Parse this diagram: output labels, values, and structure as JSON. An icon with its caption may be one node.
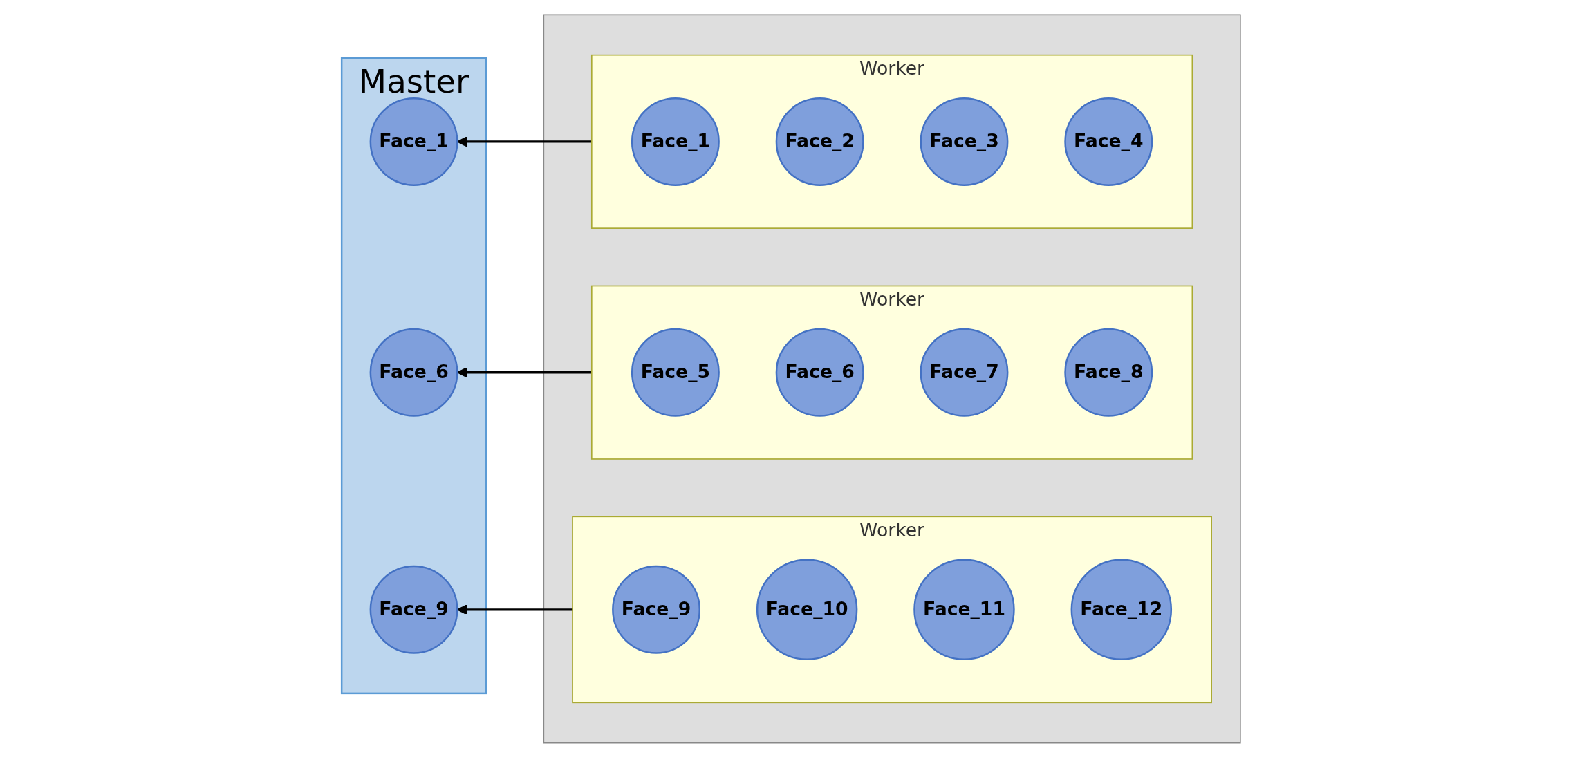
{
  "diagram": {
    "nodes": [
      {
        "text": [
          "Master"
        ]
      },
      {
        "text": [
          "Face_1"
        ],
        "in": 0
      },
      {
        "text": [
          "Face_6"
        ],
        "in": 0
      },
      {
        "text": [
          "Face_9"
        ],
        "in": 0
      },
      {
        "text": [],
        "shape": "cloud"
      },
      {
        "text": [
          "Worker"
        ],
        "in": 4
      },
      {
        "text": [
          "Face_1"
        ],
        "in": 5
      },
      {
        "text": [
          "Face_2"
        ],
        "in": 5
      },
      {
        "text": [
          "Face_3"
        ],
        "in": 5
      },
      {
        "text": [
          "Face_4"
        ],
        "in": 5
      },
      {
        "text": [
          "Worker"
        ],
        "in": 4
      },
      {
        "text": [
          "Face_5"
        ],
        "in": 10
      },
      {
        "text": [
          "Face_6"
        ],
        "in": 10
      },
      {
        "text": [
          "Face_7"
        ],
        "in": 10
      },
      {
        "text": [
          "Face_8"
        ],
        "in": 10
      },
      {
        "text": [
          "Worker"
        ],
        "in": 4
      },
      {
        "text": [
          "Face_9"
        ],
        "in": 15
      },
      {
        "text": [
          "Face_10"
        ],
        "in": 15
      },
      {
        "text": [
          "Face_11"
        ],
        "in": 15
      },
      {
        "text": [
          "Face_12"
        ],
        "in": 15
      }
    ],
    "edges": [
      {
        "from": 5,
        "to": 1,
        "arrow": "to"
      },
      {
        "from": 10,
        "to": 2,
        "arrow": "to"
      },
      {
        "from": 15,
        "to": 3,
        "arrow": "to"
      }
    ]
  }
}
